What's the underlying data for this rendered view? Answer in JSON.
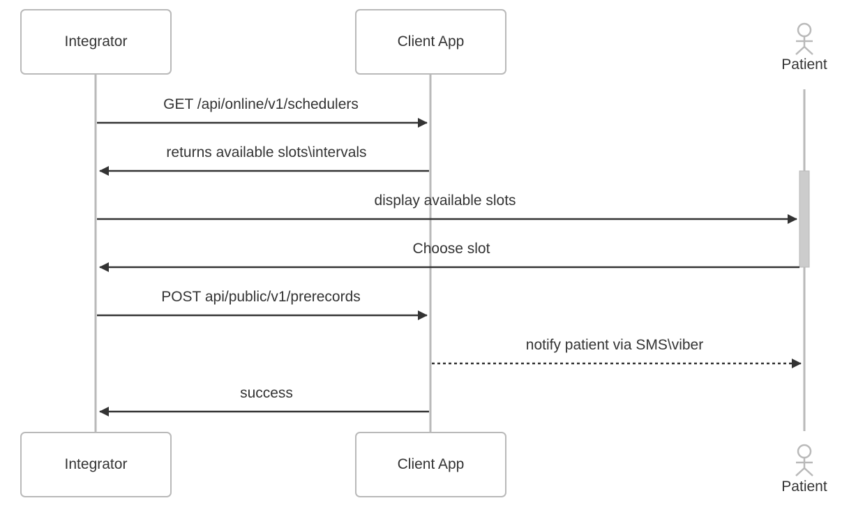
{
  "participants": {
    "integrator": "Integrator",
    "client_app": "Client App",
    "patient": "Patient"
  },
  "messages": [
    {
      "from": "integrator",
      "to": "client_app",
      "label": "GET /api/online/v1/schedulers",
      "style": "solid"
    },
    {
      "from": "client_app",
      "to": "integrator",
      "label": "returns available slots\\intervals",
      "style": "solid"
    },
    {
      "from": "integrator",
      "to": "patient",
      "label": "display available slots",
      "style": "solid"
    },
    {
      "from": "patient",
      "to": "integrator",
      "label": "Choose slot",
      "style": "solid"
    },
    {
      "from": "integrator",
      "to": "client_app",
      "label": "POST api/public/v1/prerecords",
      "style": "solid"
    },
    {
      "from": "client_app",
      "to": "patient",
      "label": "notify patient via SMS\\viber",
      "style": "dashed"
    },
    {
      "from": "client_app",
      "to": "integrator",
      "label": "success",
      "style": "solid"
    }
  ],
  "colors": {
    "lifeline": "#b9b9b9",
    "arrow": "#333333",
    "activation": "#cccccc"
  }
}
